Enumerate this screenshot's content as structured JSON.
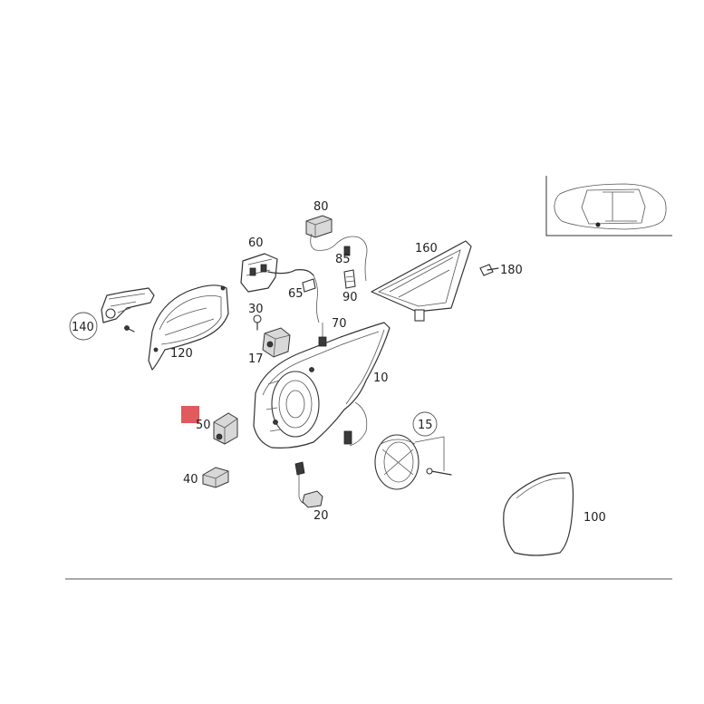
{
  "diagram": {
    "highlight_color": "#e05a5f",
    "labels": {
      "p10": "10",
      "p15": "15",
      "p17": "17",
      "p20": "20",
      "p30": "30",
      "p40": "40",
      "p50": "50",
      "p60": "60",
      "p65": "65",
      "p70": "70",
      "p80": "80",
      "p85": "85",
      "p90": "90",
      "p100": "100",
      "p120": "120",
      "p140": "140",
      "p160": "160",
      "p180": "180"
    }
  }
}
